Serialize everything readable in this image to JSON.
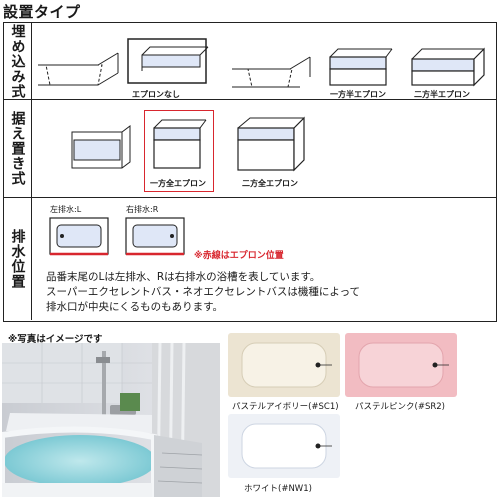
{
  "page": {
    "title": "設置タイプ"
  },
  "rows": {
    "builtin": {
      "header": "埋め込み式",
      "captions": {
        "no_apron": "エプロンなし",
        "half_apron_one": "一方半エプロン",
        "half_apron_two": "二方半エプロン"
      }
    },
    "standing": {
      "header": "据え置き式",
      "captions": {
        "full_apron_one": "一方全エプロン",
        "full_apron_two": "二方全エプロン"
      }
    },
    "drain": {
      "header": "排水位置",
      "labels": {
        "left": "左排水:L",
        "right": "右排水:R"
      },
      "red_note": "※赤線はエプロン位置",
      "description": [
        "品番末尾のLは左排水、Rは右排水の浴槽を表しています。",
        "スーパーエクセレントバス・ネオエクセレントバスは機種によって",
        "排水口が中央にくるものもあります。"
      ]
    }
  },
  "photo": {
    "note": "※写真はイメージです"
  },
  "colors": {
    "items": [
      {
        "label": "パステルアイボリー(#SC1)",
        "hex": "#ece4d2"
      },
      {
        "label": "パステルピンク(#SR2)",
        "hex": "#f2bcc2"
      },
      {
        "label": "ホワイト(#NW1)",
        "hex": "#eef1f6"
      }
    ],
    "red_line": "#d8262e",
    "tub_fill": "#dfe7f7"
  }
}
